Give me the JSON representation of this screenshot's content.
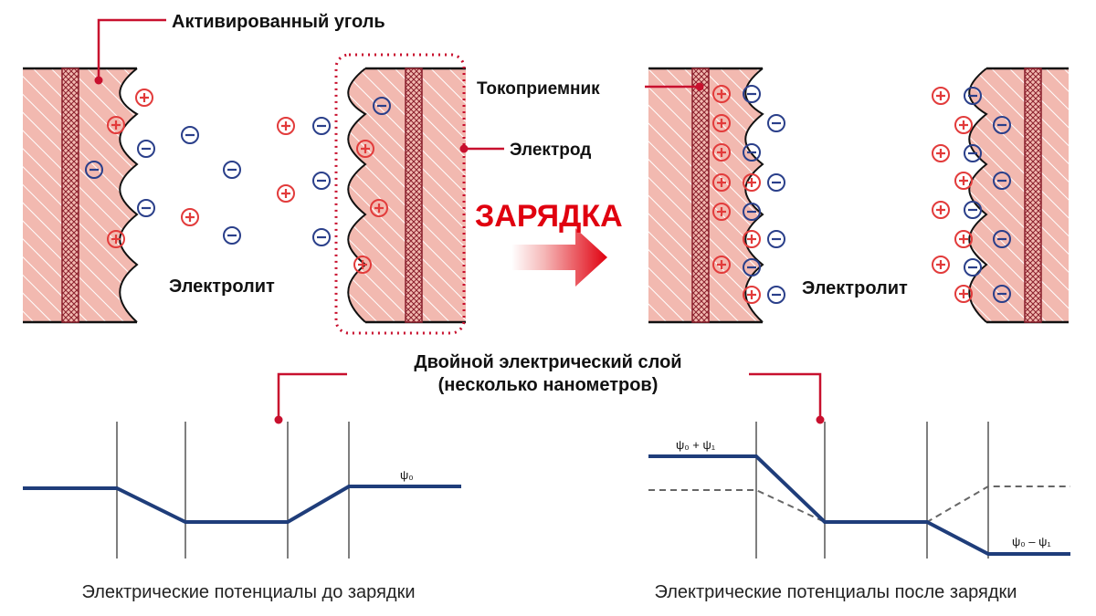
{
  "labels": {
    "activated_carbon": "Активированный уголь",
    "current_collector": "Токоприемник",
    "electrode": "Электрод",
    "charging": "ЗАРЯДКА",
    "electrolyte_left": "Электролит",
    "electrolyte_right": "Электролит",
    "double_layer_line1": "Двойной электрический слой",
    "double_layer_line2": "(несколько нанометров)",
    "potential_before": "Электрические потенциалы до зарядки",
    "potential_after": "Электрические потенциалы после зарядки",
    "psi0": "ψ₀",
    "psi0_plus_psi1": "ψ₀ + ψ₁",
    "psi0_minus_psi1": "ψ₀ – ψ₁"
  },
  "colors": {
    "electrode_fill": "#f2b9b0",
    "accent_red": "#c8102e",
    "cation": "#e23b3b",
    "anion": "#2a3f8a",
    "potential_line": "#1f3d7a"
  }
}
